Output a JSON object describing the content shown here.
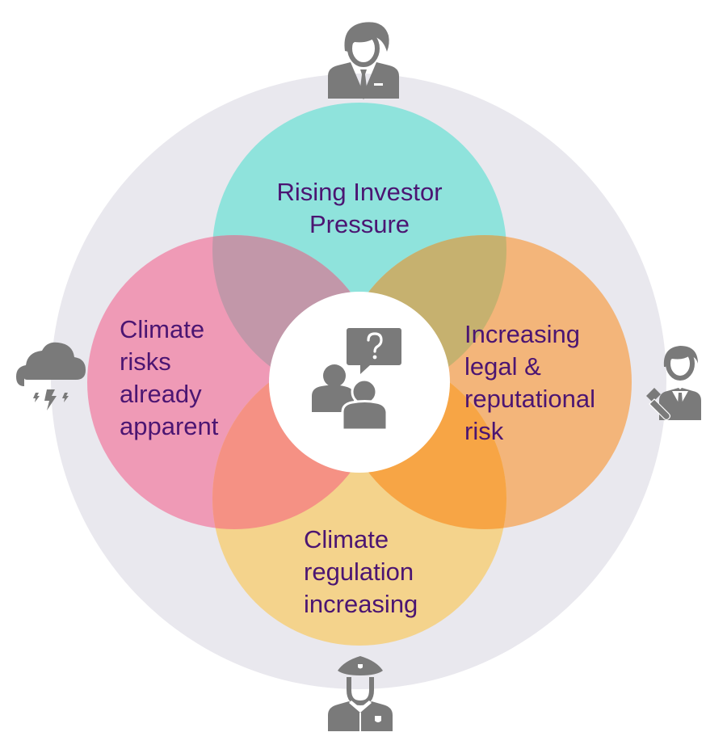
{
  "diagram": {
    "title": "Drivers of climate risk disclosure",
    "colors": {
      "outer_ring": "#e9e8ee",
      "text": "#4b1572",
      "icon": "#7a7a7a",
      "center": "#ffffff"
    },
    "center": {
      "icon": "people-question-icon"
    },
    "circles": [
      {
        "id": "investor",
        "position": "top",
        "color": "#8fe3dc",
        "lines": [
          "Rising Investor",
          "Pressure"
        ],
        "outer_icon": "businessman-icon"
      },
      {
        "id": "climate-risks",
        "position": "left",
        "color": "#ef9ab6",
        "lines": [
          "Climate",
          "risks",
          "already",
          "apparent"
        ],
        "outer_icon": "storm-cloud-icon"
      },
      {
        "id": "legal",
        "position": "right",
        "color": "#f3b57a",
        "lines": [
          "Increasing",
          "legal &",
          "reputational",
          "risk"
        ],
        "outer_icon": "judge-gavel-icon"
      },
      {
        "id": "regulation",
        "position": "bottom",
        "color": "#f4d38c",
        "lines": [
          "Climate",
          "regulation",
          "increasing"
        ],
        "outer_icon": "police-officer-icon"
      }
    ],
    "overlaps": {
      "top-left": "#c297a9",
      "top-right": "#c6b16f",
      "bottom-left": "#f59184",
      "bottom-right": "#f7a545"
    }
  }
}
